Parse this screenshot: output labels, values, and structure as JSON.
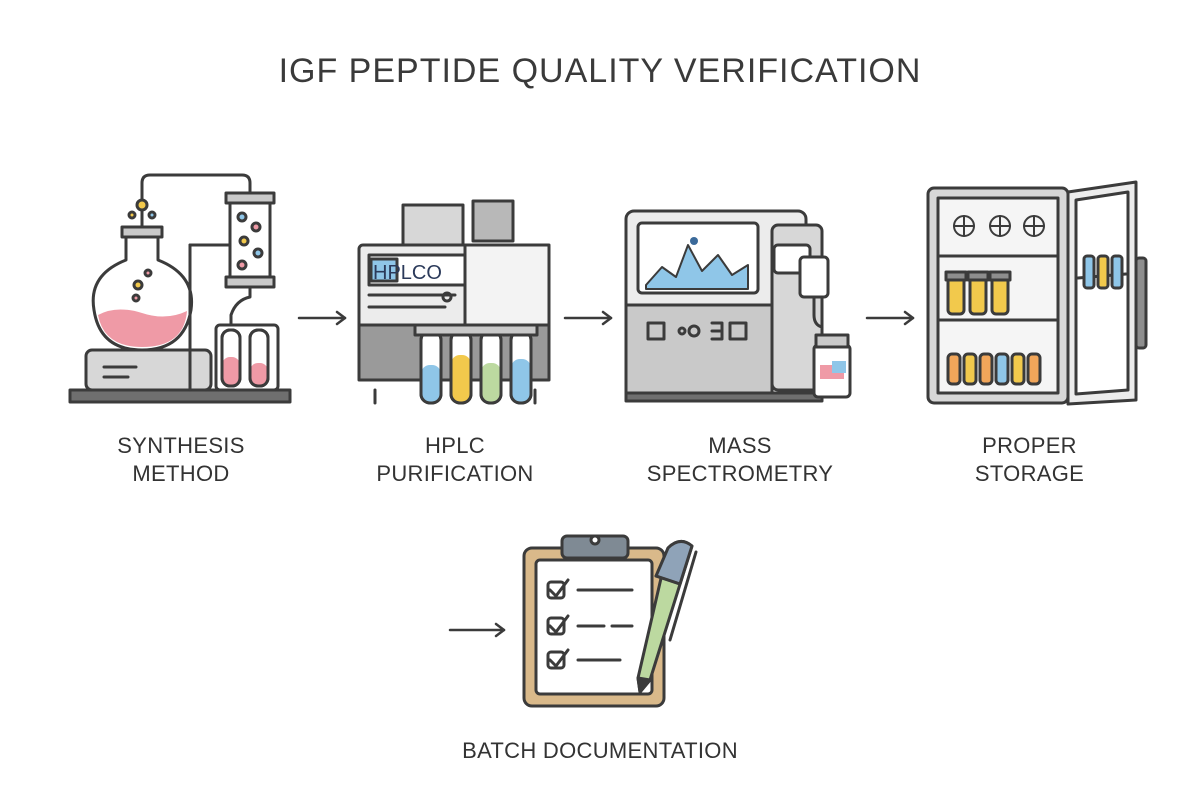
{
  "title": "IGF PEPTIDE QUALITY VERIFICATION",
  "steps": [
    {
      "line1": "SYNTHESIS",
      "line2": "METHOD",
      "icon": "synthesis-flask-icon"
    },
    {
      "line1": "HPLC",
      "line2": "PURIFICATION",
      "icon": "hplc-machine-icon",
      "screen_text": "HPLCO"
    },
    {
      "line1": "MASS",
      "line2": "SPECTROMETRY",
      "icon": "mass-spectrometer-icon"
    },
    {
      "line1": "PROPER",
      "line2": "STORAGE",
      "icon": "storage-fridge-icon"
    },
    {
      "line1": "BATCH DOCUMENTATION",
      "line2": "",
      "icon": "clipboard-pen-icon"
    }
  ],
  "colors": {
    "outline": "#3b3b3b",
    "pink": "#ef9aa6",
    "blue": "#8fc6e8",
    "yellow": "#f2c94c",
    "green": "#bcd9a0",
    "gray": "#c9c9c9",
    "dark_gray": "#8e8e8e",
    "tan": "#d9b98a"
  }
}
